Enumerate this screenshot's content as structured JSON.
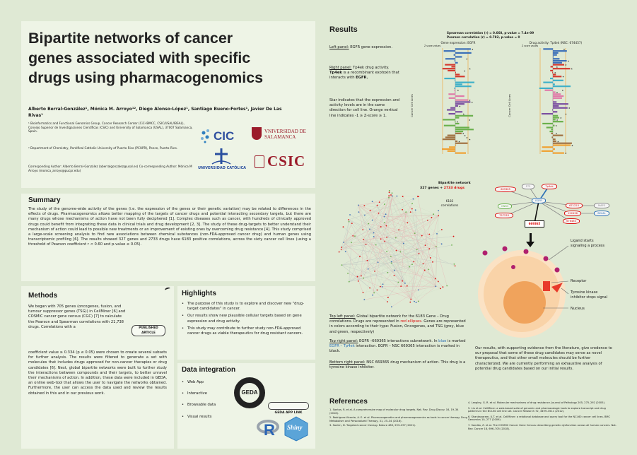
{
  "title_line1": "Bipartite networks of cancer",
  "title_line2": "genes  associated with specific",
  "title_line3": "drugs  using pharmacogenomics",
  "authors": "Alberto Berral-González¹, Mónica M. Arroyo¹², Diego Alonso-López¹, Santiago Bueno-Fortes¹, Javier De Las Rivas¹",
  "affil1": "¹ Bioinformatics and Functional Genomics Group, Cancer Research Center (CiC-IBMCC, CSIC/USAL/IBSAL), Consejo Superior de Investigaciones Científicas (CSIC) and University of Salamanca (USAL), 37007 Salamanca, Spain.",
  "affil2": "² Department of Chemistry, Pontifical Catholic University of Puerto Rico (PCUPR), Ponce, Puerto Rico.",
  "corresponding": "Corresponding Author: Alberto Berral-González (aberralgonzalez@usal.es)  Co-corresponding Author: Mónica M Arroyo (monica_arroyo@pucpr.edu)",
  "logos": {
    "cic": "CIC",
    "usal": "VNIVERSIDAD DE SALAMANCA",
    "pucpr": "UNIVERSIDAD CATÓLICA",
    "csic": "CSIC"
  },
  "summary": {
    "heading": "Summary",
    "text": "The study of the genome-wide activity of the genes (i.e. the expression of the genes or their genetic variation) may be related to differences in the effects of drugs. Pharmacogenomics allows better mapping of the targets of cancer drugs and potential interacting secondary targets, but there are many drugs whose mechanisms of action have not been fully deciphered [1]. Complex diseases such as cancer, with hundreds of clinically approved drugs could benefit from integrating these data in clinical trials and drug development [2, 3]. The study of these drug-targets to better understand their mechanism of action could lead to possible new treatments or an improvement of existing ones by overcoming drug resistance [4]. This study comprised a large-scale screening analysis to find new associations between chemical substances (non-FDA-approved cancer drug) and human genes using transcriptomic profiling [6]. The results showed 327 genes and 2733 drugs have 6183 positive correlations, across the sixty cancer cell lines (using a threshold of Pearson coefficient r < 0.60 and p-value ≤ 0.05)."
  },
  "methods": {
    "heading": "Methods",
    "text_top": "We began with 705 genes (oncogenes, fusion, and tumour suppressor genes (TSG)) in CellMiner [6] and COSMIC cancer gene census (CGC) [7] to calculate the Pearson and Spearman correlations with 21,738 drugs. Correlations with a",
    "text_rest": "coefficient value ≥ 0.334 (p ≤ 0.05) were chosen to create several subsets for further analysis. The results were filtered to generate a set with molecules that includes drugs approved for non-cancer therapies or drug candidates [6]. Next, global bipartite networks were built to further study the interactions between compounds and their targets, to better unravel their mechanisms of action. In addition, these data were included in GEDA, an online web-tool that allows the user to navigate the networks obtained. Furthermore, the user can access the data used and review the results obtained in this and in our previous work.",
    "badge": "PUBLISHED ARTICLE"
  },
  "highlights": {
    "heading": "Highlights",
    "items": [
      "The purpose of this study is to explore and discover  new \"drug-target candidates\" in cancer.",
      "Our results show new plausible cellular targets based on gene expression and drug activity.",
      "This study may contribute to further study non-FDA-approved cancer drugs as viable therapeutics for drug resistant cancers."
    ]
  },
  "data_integration": {
    "heading": "Data integration",
    "items": [
      "Web App",
      "Interactive",
      "Browsable data",
      "Visual results"
    ],
    "geda_badge": "GEDA APP LINK",
    "geda_logo": "GEDA",
    "shiny": "Shiny"
  },
  "results": {
    "heading": "Results",
    "left_panel_label": "Left panel:",
    "left_panel_text": " EGFR gene expression.",
    "right_panel_label": "Right panel:",
    "right_panel_text": " Tp4ek drug activity. ",
    "right_panel_bold": "Tp4ek",
    "right_panel_text2": " is a recombinant exotoxin that interacts with ",
    "right_panel_bold2": "EGFR.",
    "star_text": "Star indicates that the expression and activity levels are in the same direction for cell line. Orange vertical line indicates -1 ≥ Z-score ≥ 1.",
    "spearman": "Spearman correlation (r) = 0.668,   p-value = 7.4e-09",
    "pearson": "Pearson correlation (r) = 0.782,   p-value = 0",
    "chart_left_title": "Gene expression: EGFR",
    "chart_right_title": "Drug activity: Tp4ek (NSC: 674457)",
    "chart_left_sub": "Z score values",
    "chart_right_sub": "Z score values",
    "ylabel_left": "Cancer Cell Lines",
    "ylabel_right": "Cancer Cell Lines",
    "network_title": "Bipartite network",
    "network_genes": "327 genes + ",
    "network_drugs": "2733 drugs",
    "network_corr": "6183 correlations",
    "top_left_label": "Top left panel:",
    "top_left_text1": " Global bipartite network for the 6183 Gene – Drug correlations. Drugs are represented in ",
    "top_left_red": "red ellipses",
    "top_left_text2": ". Genes are represented in colors according to their type: Fusion, Oncogenes, and TSG (grey, blue and green, respectively)",
    "top_right_label": "Top right panel:",
    "top_right_text1": " EGFR –669365 interactions subnetwork. In ",
    "top_right_blue": "blue",
    "top_right_text2": " is marked ",
    "top_right_blue2": "EGFR – Tp4ek",
    "top_right_text3": " interaction. EGFR – NSC 669365 interaction is marked in black.",
    "bottom_right_label": "Bottom right panel:",
    "bottom_right_text": " NSC 669365 drug mechanism of action.  This drug is a tyrosine kinase inhibitor.",
    "conclusion": "Our results, with supporting evidence from the literature, give credence to our proposal that some of these drug candidates may serve as novel therapeutics, and that other small molecules should be further characterized. We are currently performing an exhaustive analysis of potential drug candidates based on our initial results."
  },
  "subnetwork": {
    "nodes": [
      "669365",
      "EGFR",
      "Tp4ek",
      "122436",
      "BCL6L",
      "671223",
      "MAP3",
      "757233",
      "F73",
      "GNB3",
      "676480"
    ],
    "highlight": "669365"
  },
  "cell_diagram": {
    "labels": [
      "Ligand starts signaling a process",
      "Receptor",
      "Tyrosine kinase inhibitor stops signal",
      "Nucleus"
    ]
  },
  "references": {
    "heading": "References",
    "left": [
      "1.  Santos, R. et al. A comprehensive map of molecular drug targets. Nat. Rev. Drug Discov. 16, 19–34 (2016).",
      "2.  Rodríguez-Vicente, A. E. et al. Pharmacogenetics and pharmacogenomics as tools in cancer therapy. Drug Metabolism and Personalized Therapy, 31, 25–34 (2016).",
      "3.  Sonkin, D. Targeted cancer therapy. Nature 483, 293–297 (2021)."
    ],
    "right": [
      "4.  Langley, G. R. et al. Molecular mechanisms of drug resistance. Journal of Pathology 205, 275–292 (2005).",
      "5.  Liu et al. CellMiner: a web-based suite of genomic and pharmacologic tools to explore transcript and drug patterns in the NCI-60 cell line set. Cancer Research 72, 3499–3511 (2012).",
      "6.  Shankavaram, U.T. et al. CellMiner: a relational database and query tool for the NCI-60 cancer cell lines. BMC Genomics 10, 277 (2009).",
      "7.  Sondka, Z. et al. The COSMIC Cancer Gene Census: describing genetic dysfunction across all human cancers. Nat. Rev. Cancer 18, 696–705 (2018)."
    ]
  },
  "colors": {
    "background": "#dfe9d4",
    "panel": "#eef4e6",
    "drug_red": "#d11",
    "bar_blue": "#3b6fb8",
    "bar_red": "#d43a2f",
    "bar_green": "#6ab04c",
    "bar_orange": "#f0a030",
    "bar_purple": "#7b4ea0",
    "bar_cyan": "#3fb0c8",
    "bar_pink": "#e07aa8",
    "bar_brown": "#a07040"
  }
}
